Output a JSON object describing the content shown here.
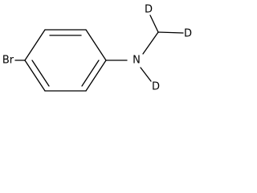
{
  "molecule": {
    "atoms": {
      "br": "Br",
      "n": "N",
      "d_top": "D",
      "d_right": "D",
      "d_bottom": "D"
    }
  },
  "colors": {
    "bond": "#000000",
    "label": "#000000",
    "background": "#ffffff"
  }
}
